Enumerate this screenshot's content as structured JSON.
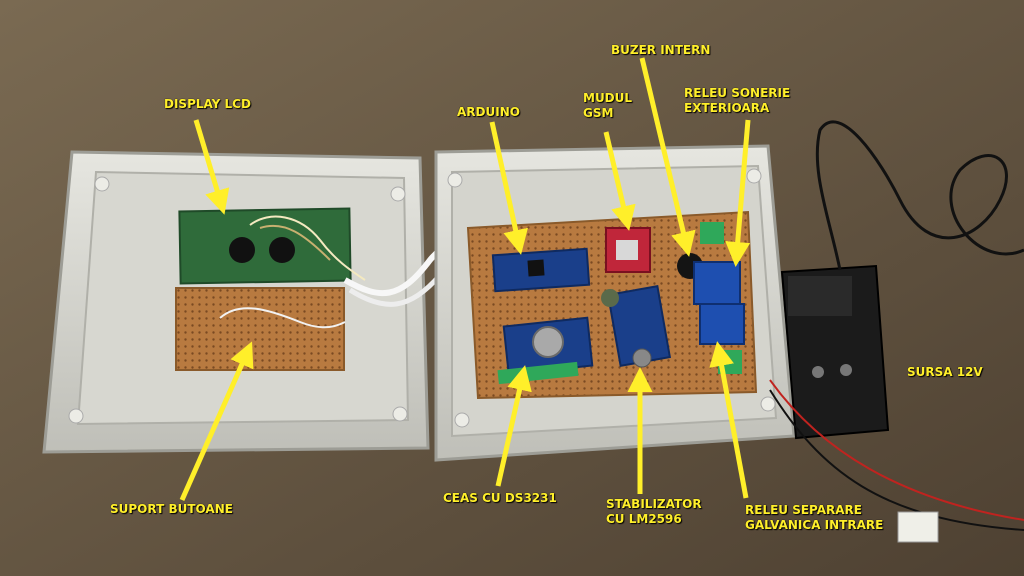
{
  "labels": {
    "display_lcd": "DISPLAY LCD",
    "arduino": "ARDUINO",
    "modul_gsm": [
      "MUDUL",
      "GSM"
    ],
    "buzer_intern": "BUZER INTERN",
    "releu_sonerie": [
      "RELEU SONERIE",
      "EXTERIOARA"
    ],
    "sursa": "SURSA 12V",
    "suport_butoane": "SUPORT BUTOANE",
    "ceas": "CEAS CU DS3231",
    "stabilizator": [
      "STABILIZATOR",
      "CU LM2596"
    ],
    "releu_separare": [
      "RELEU SEPARARE",
      "GALVANICA INTRARE"
    ]
  },
  "colors": {
    "label": "#ffef2a",
    "arrow": "#ffef2a",
    "background": "#6b5a44",
    "enclosure": "#dcdcd6",
    "pcb": "#b9783f",
    "lcd_board": "#2f6b3a",
    "arduino": "#1a3f8a",
    "gsm_module": "#c0263a",
    "relay": "#1e4fb0",
    "terminal": "#2fa85a",
    "adapter": "#1b1b1b"
  }
}
